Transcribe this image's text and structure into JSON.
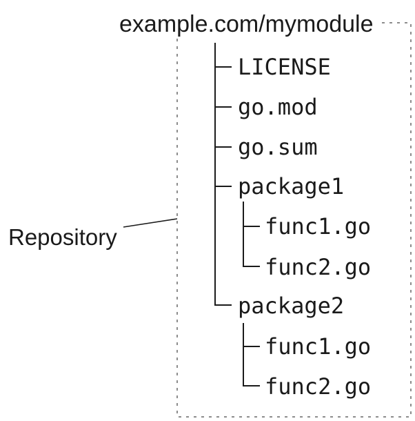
{
  "diagram": {
    "title": "example.com/mymodule",
    "side_label": "Repository",
    "tree": {
      "root": "example.com/mymodule",
      "items": [
        {
          "label": "LICENSE",
          "level": 1,
          "parent": "example.com/mymodule"
        },
        {
          "label": "go.mod",
          "level": 1,
          "parent": "example.com/mymodule"
        },
        {
          "label": "go.sum",
          "level": 1,
          "parent": "example.com/mymodule"
        },
        {
          "label": "package1",
          "level": 1,
          "parent": "example.com/mymodule"
        },
        {
          "label": "func1.go",
          "level": 2,
          "parent": "package1"
        },
        {
          "label": "func2.go",
          "level": 2,
          "parent": "package1"
        },
        {
          "label": "package2",
          "level": 1,
          "parent": "example.com/mymodule"
        },
        {
          "label": "func1.go",
          "level": 2,
          "parent": "package2"
        },
        {
          "label": "func2.go",
          "level": 2,
          "parent": "package2"
        }
      ]
    },
    "colors": {
      "background": "#ffffff",
      "text": "#1a1a1a",
      "tree_lines": "#1a1a1a",
      "boundary_dashes": "#8c8c8c"
    }
  }
}
